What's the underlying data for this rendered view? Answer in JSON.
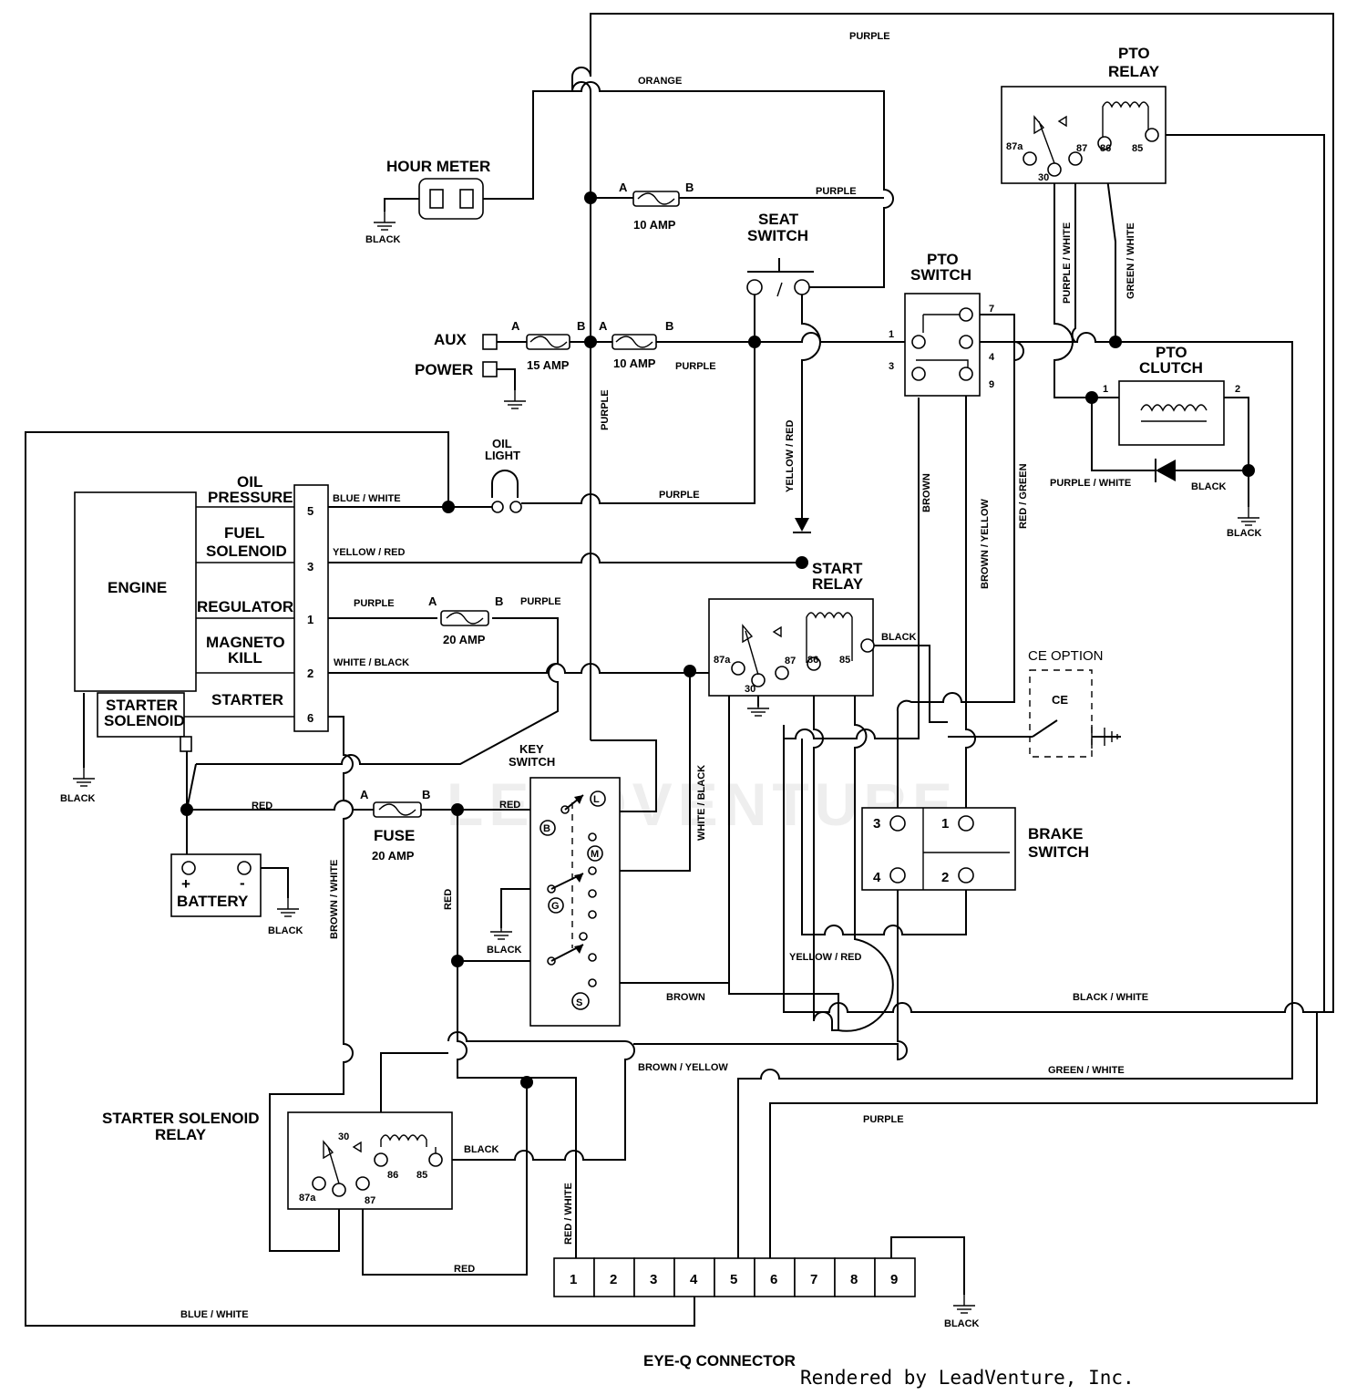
{
  "components": {
    "hour_meter": "HOUR METER",
    "pto_relay_1": "PTO",
    "pto_relay_2": "RELAY",
    "seat_switch_1": "SEAT",
    "seat_switch_2": "SWITCH",
    "pto_switch_1": "PTO",
    "pto_switch_2": "SWITCH",
    "pto_clutch_1": "PTO",
    "pto_clutch_2": "CLUTCH",
    "aux": "AUX",
    "power": "POWER",
    "oil_light_1": "OIL",
    "oil_light_2": "LIGHT",
    "engine": "ENGINE",
    "oil_pressure_1": "OIL",
    "oil_pressure_2": "PRESSURE",
    "fuel_solenoid_1": "FUEL",
    "fuel_solenoid_2": "SOLENOID",
    "regulator": "REGULATOR",
    "magneto_kill_1": "MAGNETO",
    "magneto_kill_2": "KILL",
    "starter": "STARTER",
    "starter_solenoid_1": "STARTER",
    "starter_solenoid_2": "SOLENOID",
    "start_relay_1": "START",
    "start_relay_2": "RELAY",
    "ce_option": "CE OPTION",
    "ce": "CE",
    "key_switch_1": "KEY",
    "key_switch_2": "SWITCH",
    "brake_switch_1": "BRAKE",
    "brake_switch_2": "SWITCH",
    "battery": "BATTERY",
    "battery_plus": "+",
    "battery_minus": "-",
    "fuse": "FUSE",
    "ssr_1": "STARTER SOLENOID",
    "ssr_2": "RELAY",
    "eye_q": "EYE-Q CONNECTOR"
  },
  "fuses": {
    "f10a_top": "10 AMP",
    "f15a": "15 AMP",
    "f10a_mid": "10 AMP",
    "f20a_reg": "20 AMP",
    "f20a_main": "20 AMP",
    "a": "A",
    "b": "B"
  },
  "wires": {
    "purple": "PURPLE",
    "orange": "ORANGE",
    "black": "BLACK",
    "blue_white": "BLUE / WHITE",
    "yellow_red": "YELLOW / RED",
    "white_black": "WHITE / BLACK",
    "purple_white": "PURPLE / WHITE",
    "green_white": "GREEN / WHITE",
    "brown": "BROWN",
    "brown_yellow": "BROWN / YELLOW",
    "red_green": "RED / GREEN",
    "red": "RED",
    "brown_white": "BROWN / WHITE",
    "black_white": "BLACK / WHITE",
    "red_white": "RED / WHITE"
  },
  "relay_pins": {
    "p87a": "87a",
    "p30": "30",
    "p87": "87",
    "p86": "86",
    "p85": "85"
  },
  "engine_pins": [
    "5",
    "3",
    "1",
    "2",
    "6"
  ],
  "pto_switch_pins": [
    "1",
    "3",
    "7",
    "4",
    "9"
  ],
  "clutch_pins": [
    "1",
    "2"
  ],
  "brake_pins": [
    "3",
    "1",
    "4",
    "2"
  ],
  "key_positions": [
    "L",
    "B",
    "M",
    "G",
    "S"
  ],
  "connector_pins": [
    "1",
    "2",
    "3",
    "4",
    "5",
    "6",
    "7",
    "8",
    "9"
  ],
  "watermark": "LEADVENTURE",
  "credit": "Rendered by LeadVenture, Inc."
}
